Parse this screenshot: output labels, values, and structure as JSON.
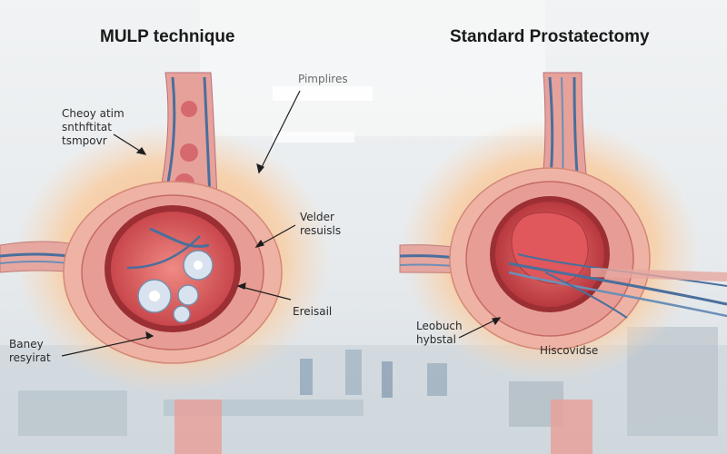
{
  "titles": {
    "left": "MULP technique",
    "right": "Standard Prostatectomy"
  },
  "labels": {
    "pimplires": "Pimplires",
    "cheoy": [
      "Cheoy atim",
      "snthftitat",
      "tsmpovr"
    ],
    "velder": [
      "Velder",
      "resuisls"
    ],
    "ereisail": "Ereisail",
    "baney": [
      "Baney",
      "resyirat"
    ],
    "leobuch": [
      "Leobuch",
      "hybstal"
    ],
    "hiscovidse": "Hiscovidse"
  },
  "colors": {
    "tissue": "#e8a8a0",
    "tissue_dark": "#b8383e",
    "glow": "#f7c99a",
    "vessel_blue": "#4a6f9c"
  }
}
